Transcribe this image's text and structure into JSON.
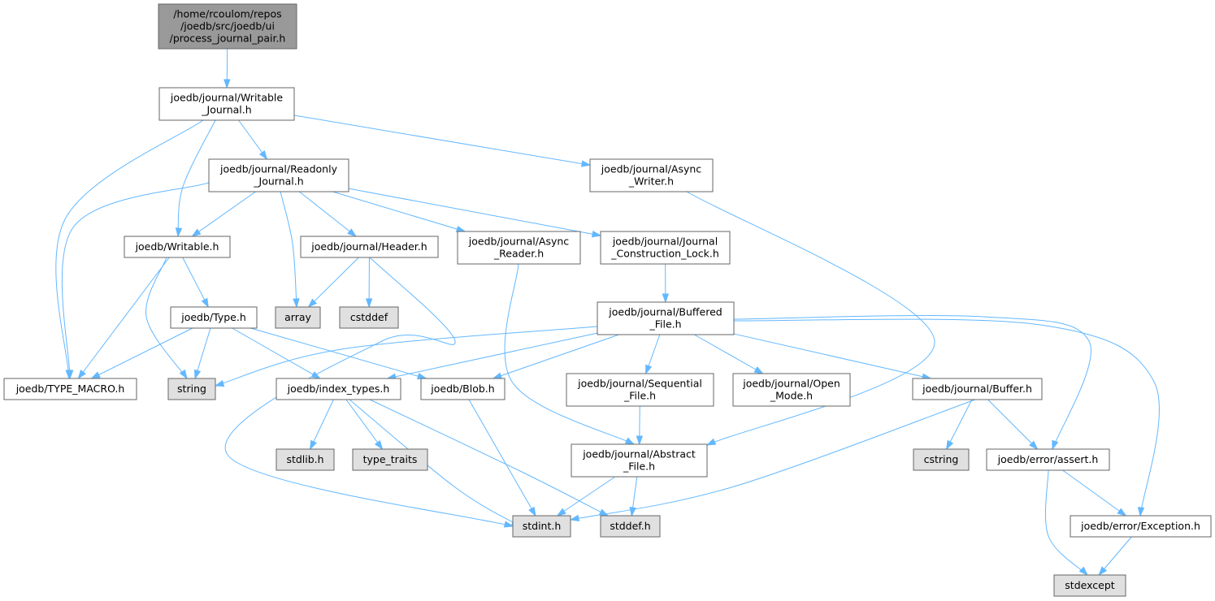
{
  "diagram": {
    "type": "include-dependency-graph",
    "colors": {
      "root_fill": "#999999",
      "node_fill": "#ffffff",
      "external_fill": "#e0e0e0",
      "border": "#666666",
      "edge": "#63b8ff",
      "text": "#000000"
    },
    "nodes": [
      {
        "id": "process_journal_pair",
        "lines": [
          "/home/rcoulom/repos",
          "/joedb/src/joedb/ui",
          "/process_journal_pair.h"
        ],
        "kind": "root"
      },
      {
        "id": "writable_journal",
        "lines": [
          "joedb/journal/Writable",
          "_Journal.h"
        ],
        "kind": "file"
      },
      {
        "id": "readonly_journal",
        "lines": [
          "joedb/journal/Readonly",
          "_Journal.h"
        ],
        "kind": "file"
      },
      {
        "id": "async_writer",
        "lines": [
          "joedb/journal/Async",
          "_Writer.h"
        ],
        "kind": "file"
      },
      {
        "id": "writable",
        "lines": [
          "joedb/Writable.h"
        ],
        "kind": "file"
      },
      {
        "id": "header",
        "lines": [
          "joedb/journal/Header.h"
        ],
        "kind": "file"
      },
      {
        "id": "async_reader",
        "lines": [
          "joedb/journal/Async",
          "_Reader.h"
        ],
        "kind": "file"
      },
      {
        "id": "journal_construction_lock",
        "lines": [
          "joedb/journal/Journal",
          "_Construction_Lock.h"
        ],
        "kind": "file"
      },
      {
        "id": "array",
        "lines": [
          "array"
        ],
        "kind": "external"
      },
      {
        "id": "cstddef",
        "lines": [
          "cstddef"
        ],
        "kind": "external"
      },
      {
        "id": "type",
        "lines": [
          "joedb/Type.h"
        ],
        "kind": "file"
      },
      {
        "id": "buffered_file",
        "lines": [
          "joedb/journal/Buffered",
          "_File.h"
        ],
        "kind": "file"
      },
      {
        "id": "type_macro",
        "lines": [
          "joedb/TYPE_MACRO.h"
        ],
        "kind": "file"
      },
      {
        "id": "string",
        "lines": [
          "string"
        ],
        "kind": "external"
      },
      {
        "id": "index_types",
        "lines": [
          "joedb/index_types.h"
        ],
        "kind": "file"
      },
      {
        "id": "blob",
        "lines": [
          "joedb/Blob.h"
        ],
        "kind": "file"
      },
      {
        "id": "sequential_file",
        "lines": [
          "joedb/journal/Sequential",
          "_File.h"
        ],
        "kind": "file"
      },
      {
        "id": "open_mode",
        "lines": [
          "joedb/journal/Open",
          "_Mode.h"
        ],
        "kind": "file"
      },
      {
        "id": "buffer",
        "lines": [
          "joedb/journal/Buffer.h"
        ],
        "kind": "file"
      },
      {
        "id": "stdlib",
        "lines": [
          "stdlib.h"
        ],
        "kind": "external"
      },
      {
        "id": "type_traits",
        "lines": [
          "type_traits"
        ],
        "kind": "external"
      },
      {
        "id": "abstract_file",
        "lines": [
          "joedb/journal/Abstract",
          "_File.h"
        ],
        "kind": "file"
      },
      {
        "id": "cstring",
        "lines": [
          "cstring"
        ],
        "kind": "external"
      },
      {
        "id": "assert",
        "lines": [
          "joedb/error/assert.h"
        ],
        "kind": "file"
      },
      {
        "id": "stdint",
        "lines": [
          "stdint.h"
        ],
        "kind": "external"
      },
      {
        "id": "stddef",
        "lines": [
          "stddef.h"
        ],
        "kind": "external"
      },
      {
        "id": "exception",
        "lines": [
          "joedb/error/Exception.h"
        ],
        "kind": "file"
      },
      {
        "id": "stdexcept",
        "lines": [
          "stdexcept"
        ],
        "kind": "external"
      }
    ],
    "edges": [
      {
        "from": "process_journal_pair",
        "to": "writable_journal"
      },
      {
        "from": "writable_journal",
        "to": "readonly_journal"
      },
      {
        "from": "writable_journal",
        "to": "async_writer"
      },
      {
        "from": "writable_journal",
        "to": "writable"
      },
      {
        "from": "writable_journal",
        "to": "type_macro"
      },
      {
        "from": "readonly_journal",
        "to": "writable"
      },
      {
        "from": "readonly_journal",
        "to": "type_macro"
      },
      {
        "from": "readonly_journal",
        "to": "array"
      },
      {
        "from": "readonly_journal",
        "to": "header"
      },
      {
        "from": "readonly_journal",
        "to": "async_reader"
      },
      {
        "from": "readonly_journal",
        "to": "journal_construction_lock"
      },
      {
        "from": "async_writer",
        "to": "abstract_file"
      },
      {
        "from": "writable",
        "to": "type"
      },
      {
        "from": "writable",
        "to": "type_macro"
      },
      {
        "from": "writable",
        "to": "string"
      },
      {
        "from": "header",
        "to": "array"
      },
      {
        "from": "header",
        "to": "cstddef"
      },
      {
        "from": "header",
        "to": "stdint"
      },
      {
        "from": "async_reader",
        "to": "abstract_file"
      },
      {
        "from": "journal_construction_lock",
        "to": "buffered_file"
      },
      {
        "from": "type",
        "to": "type_macro"
      },
      {
        "from": "type",
        "to": "string"
      },
      {
        "from": "type",
        "to": "index_types"
      },
      {
        "from": "type",
        "to": "blob"
      },
      {
        "from": "buffered_file",
        "to": "string"
      },
      {
        "from": "buffered_file",
        "to": "index_types"
      },
      {
        "from": "buffered_file",
        "to": "blob"
      },
      {
        "from": "buffered_file",
        "to": "sequential_file"
      },
      {
        "from": "buffered_file",
        "to": "open_mode"
      },
      {
        "from": "buffered_file",
        "to": "buffer"
      },
      {
        "from": "buffered_file",
        "to": "assert"
      },
      {
        "from": "buffered_file",
        "to": "exception"
      },
      {
        "from": "index_types",
        "to": "stdlib"
      },
      {
        "from": "index_types",
        "to": "type_traits"
      },
      {
        "from": "index_types",
        "to": "stdint"
      },
      {
        "from": "index_types",
        "to": "stddef"
      },
      {
        "from": "blob",
        "to": "stdint"
      },
      {
        "from": "sequential_file",
        "to": "abstract_file"
      },
      {
        "from": "buffer",
        "to": "cstring"
      },
      {
        "from": "buffer",
        "to": "assert"
      },
      {
        "from": "buffer",
        "to": "stdint"
      },
      {
        "from": "abstract_file",
        "to": "stdint"
      },
      {
        "from": "abstract_file",
        "to": "stddef"
      },
      {
        "from": "assert",
        "to": "exception"
      },
      {
        "from": "assert",
        "to": "stdexcept"
      },
      {
        "from": "exception",
        "to": "stdexcept"
      }
    ]
  }
}
